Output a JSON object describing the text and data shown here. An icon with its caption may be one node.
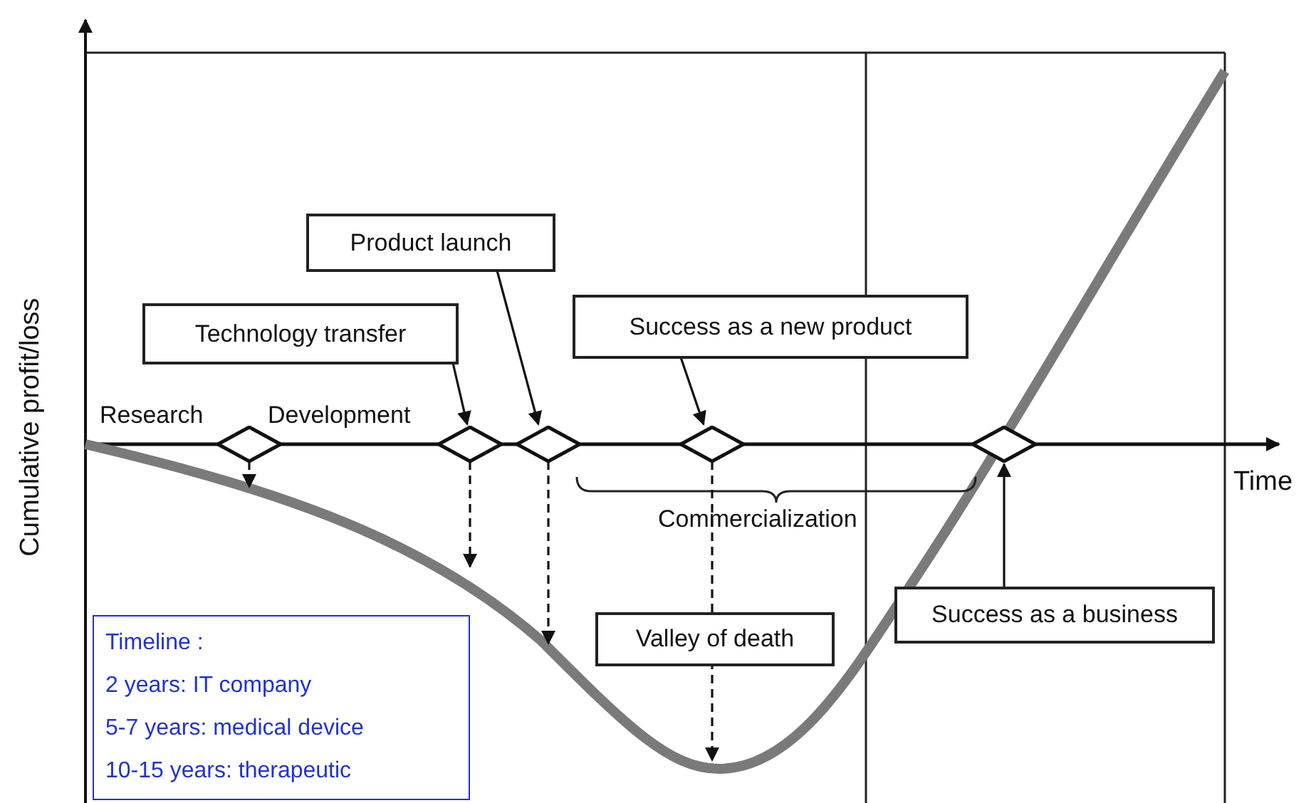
{
  "diagram": {
    "nodes": [
      {
        "text": [
          "Technology transfer"
        ]
      },
      {
        "text": [
          "Product launch"
        ]
      },
      {
        "text": [
          "Success as a new product"
        ]
      },
      {
        "text": [
          "Valley of death"
        ]
      },
      {
        "text": [
          "Success as a business"
        ]
      },
      {
        "text": [],
        "shape": "diamond"
      },
      {
        "text": [],
        "shape": "diamond"
      },
      {
        "text": [],
        "shape": "diamond"
      },
      {
        "text": [],
        "shape": "diamond"
      },
      {
        "text": [],
        "shape": "diamond"
      },
      {
        "text": [
          "Timeline :",
          "2 years: IT company",
          "5-7 years: medical device",
          "10-15 years: therapeutic"
        ]
      }
    ],
    "edges": [
      {
        "from": 0,
        "to": 6,
        "arrow": "to"
      },
      {
        "from": 1,
        "to": 7,
        "arrow": "to"
      },
      {
        "from": 2,
        "to": 8,
        "arrow": "to"
      },
      {
        "from": 4,
        "to": 9,
        "arrow": "to"
      },
      {
        "from": 5,
        "to": null,
        "arrow": "to",
        "style": "dashed"
      },
      {
        "from": 6,
        "to": null,
        "arrow": "to",
        "style": "dashed"
      },
      {
        "from": 7,
        "to": null,
        "arrow": "to",
        "style": "dashed"
      },
      {
        "from": 8,
        "to": null,
        "arrow": "to",
        "style": "dashed"
      }
    ],
    "labels": [
      "Research",
      "Development",
      "Commercialization",
      "Time",
      "Cumulative profit/loss"
    ]
  }
}
